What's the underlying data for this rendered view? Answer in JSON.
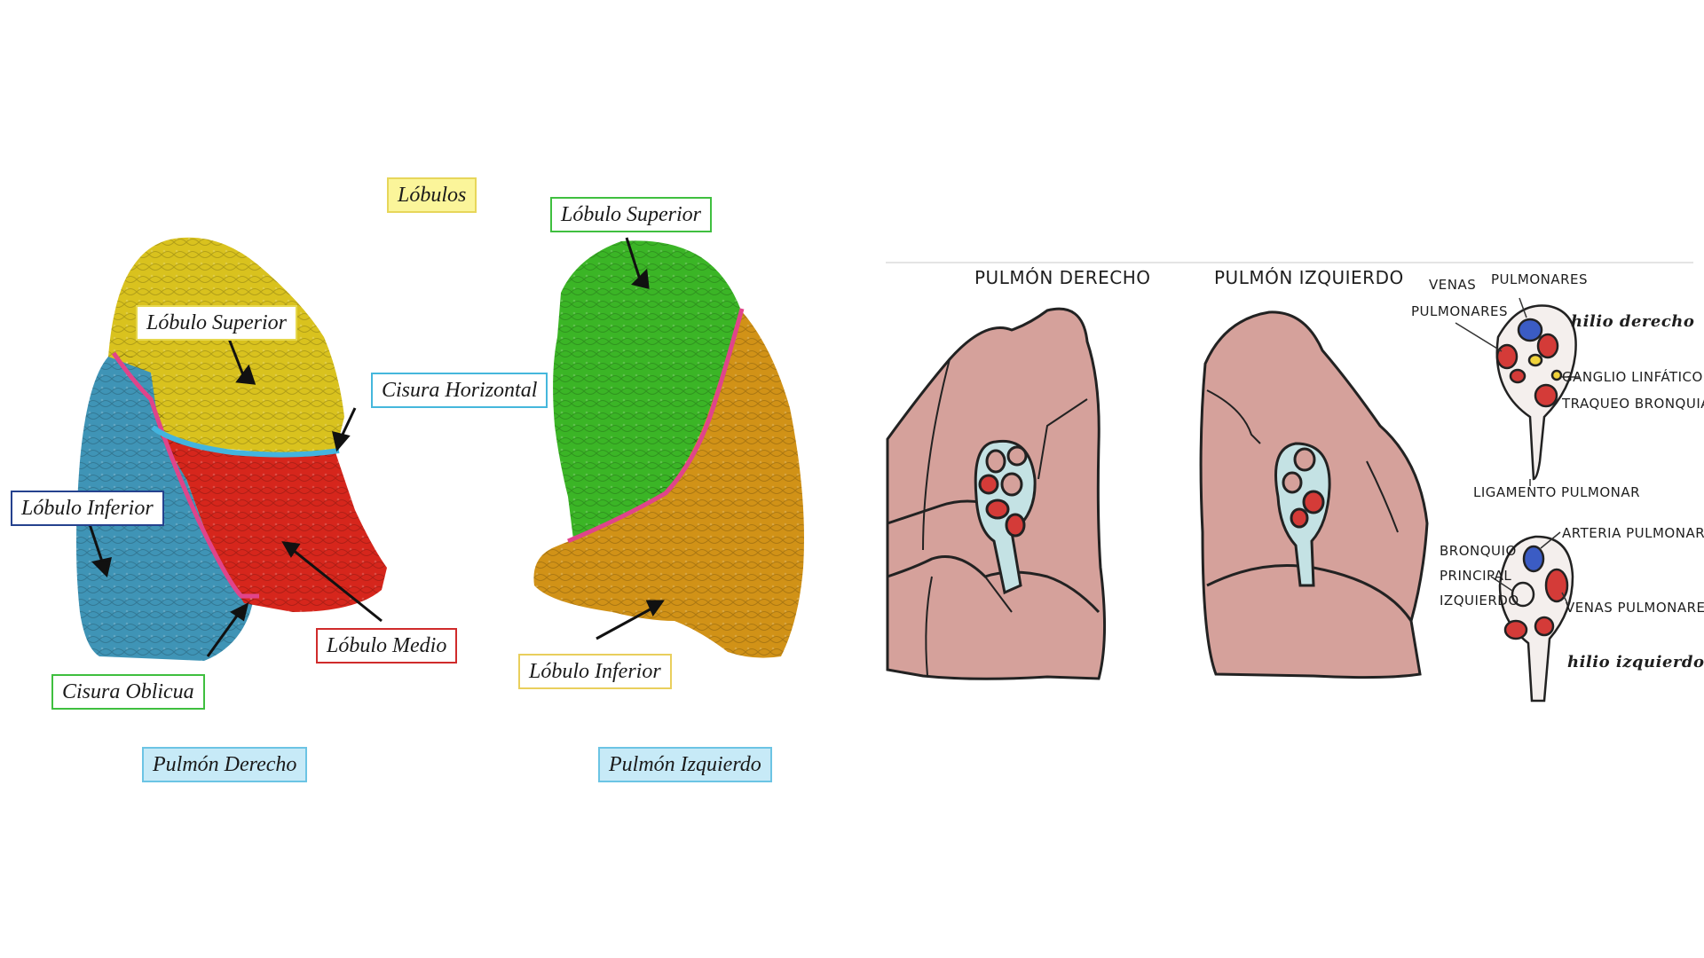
{
  "left_panel": {
    "title": "Lóbulos",
    "right_lung": {
      "upper_lobe": "Lóbulo Superior",
      "horizontal_fissure": "Cisura Horizontal",
      "inferior_lobe": "Lóbulo Inferior",
      "middle_lobe": "Lóbulo Medio",
      "oblique_fissure": "Cisura Oblicua",
      "caption": "Pulmón Derecho"
    },
    "left_lung": {
      "upper_lobe": "Lóbulo Superior",
      "inferior_lobe": "Lóbulo Inferior",
      "caption": "Pulmón Izquierdo"
    },
    "colors": {
      "upper_right": "#d9c21e",
      "inferior_right": "#3f94b6",
      "middle_right": "#d6261c",
      "upper_left": "#3bb526",
      "inferior_left": "#d19217",
      "oblique_fissure": "#e0448a",
      "horizontal_fissure": "#43b4de"
    }
  },
  "right_panel": {
    "right_lung_title": "Pulmón derecho",
    "left_lung_title": "Pulmón izquierdo",
    "right_hilum": {
      "venas": "Venas",
      "pulmonares_left": "pulmonares",
      "pulmonares_top": "pulmonares",
      "name": "hilio derecho",
      "ganglio": "Ganglio linfático",
      "traqueo": "traqueo bronquial",
      "ligamento": "Ligamento pulmonar"
    },
    "left_hilum": {
      "arteria": "Arteria pulmonar",
      "bronquio": "Bronquio",
      "principal": "principal",
      "izquierdo": "izquierdo",
      "venas": "Venas pulmonares",
      "name": "hilio izquierdo"
    },
    "colors": {
      "lung": "#d5a19b",
      "hilum": "#c4e2e4",
      "vessel_red": "#d43b38",
      "vessel_blue": "#3b5cc4",
      "node_yellow": "#f0d23a"
    }
  }
}
